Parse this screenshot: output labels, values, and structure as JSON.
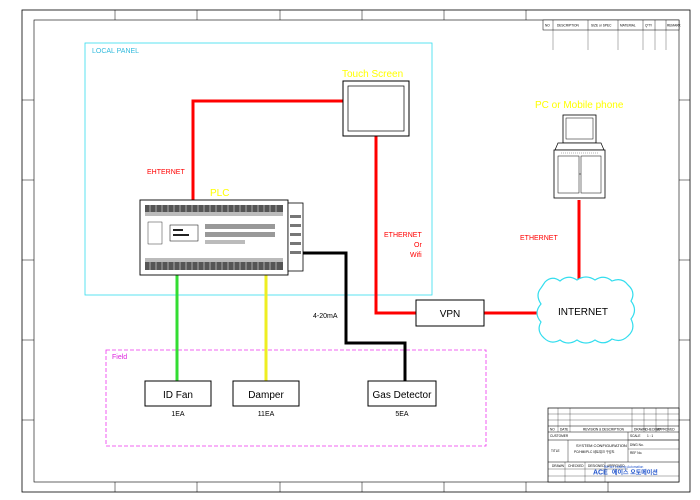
{
  "panels": {
    "local_panel": "LOCAL PANEL",
    "field": "Field"
  },
  "devices": {
    "touch_screen": "Touch Screen",
    "pc": "PC or Mobile phone",
    "plc": "PLC",
    "vpn": "VPN",
    "internet": "INTERNET",
    "id_fan": "ID Fan",
    "damper": "Damper",
    "gas_detector": "Gas Detector"
  },
  "quantities": {
    "id_fan": "1EA",
    "damper": "11EA",
    "gas_detector": "5EA"
  },
  "links": {
    "plc_touch": "EHTERNET",
    "touch_vpn_1": "ETHERNET",
    "touch_vpn_2": "Or",
    "touch_vpn_3": "Wifi",
    "internet_pc": "ETHERNET",
    "analog": "4-20mA"
  },
  "revision_table": {
    "headers": [
      "NO",
      "DESCRIPTION",
      "SIZE or SPEC",
      "MATERIAL",
      "Q'TY",
      "REMARK"
    ]
  },
  "title_block": {
    "revision_headers": [
      "NO",
      "DATE",
      "REVISION & DESCRIPTION",
      "DRAWN",
      "CHECKED",
      "APPROVED"
    ],
    "customer_label": "CUSTOMER",
    "title_label": "TITLE",
    "title_line1": "SYSTEM CONFIGURATION",
    "title_line2": "PC/HMI/PLC 네트워크 구성도",
    "scale_label": "SCALE",
    "scale_value": "1 : 1",
    "dwg_label": "DWG No.",
    "ref_label": "REF No.",
    "drawn_label": "DRAWN",
    "checked_label": "CHECKED",
    "designed_label": "DESIGNED",
    "approved_label": "APPROVED",
    "company_logo": "ACE",
    "company_tagline": "We are Leading Automation",
    "company_name": "에이스 오토메이션"
  },
  "colors": {
    "ethernet": "#ff0000",
    "signal_green": "#33dd33",
    "signal_yellow": "#eeee22",
    "analog_black": "#000000",
    "panel_border": "#33ddee",
    "field_border": "#ee33ee",
    "label_red": "#ff0000",
    "label_yellow": "#ffff00"
  }
}
